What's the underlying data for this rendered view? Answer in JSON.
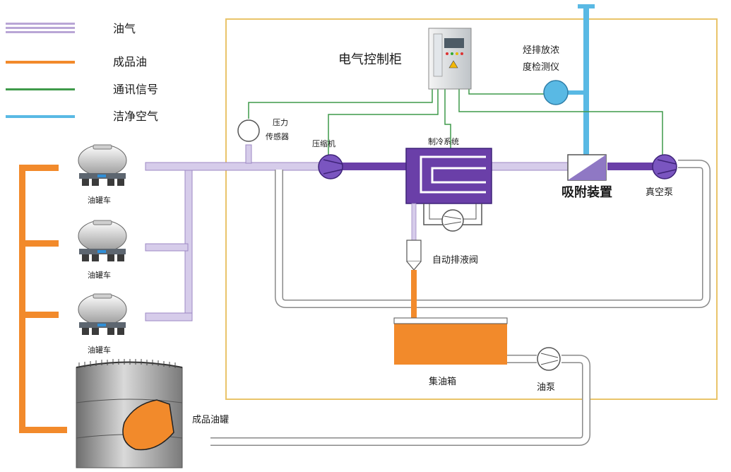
{
  "legend": {
    "items": [
      {
        "label": "油气",
        "color": "#b9a6d6"
      },
      {
        "label": "成品油",
        "color": "#f28a2b"
      },
      {
        "label": "通讯信号",
        "color": "#3f9a4a"
      },
      {
        "label": "洁净空气",
        "color": "#59b9e4"
      }
    ]
  },
  "components": {
    "electric_cabinet": "电气控制柜",
    "gas_detector_line1": "烃排放浓",
    "gas_detector_line2": "度检测仪",
    "pressure_sensor_line1": "压力",
    "pressure_sensor_line2": "传感器",
    "compressor": "压缩机",
    "refrigeration": "制冷系统",
    "adsorption": "吸附装置",
    "vacuum_pump": "真空泵",
    "auto_valve": "自动排液阀",
    "oil_tank": "集油箱",
    "oil_pump": "油泵",
    "product_tank": "成品油罐"
  },
  "tankers": [
    {
      "label": "油罐车"
    },
    {
      "label": "油罐车"
    },
    {
      "label": "油罐车"
    }
  ],
  "colors": {
    "frame": "#e9c46a",
    "oil_gas": "#b9a6d6",
    "oil_gas_dark": "#6a3fa8",
    "product_oil": "#f28a2b",
    "signal": "#3f9a4a",
    "clean_air": "#59b9e4"
  }
}
